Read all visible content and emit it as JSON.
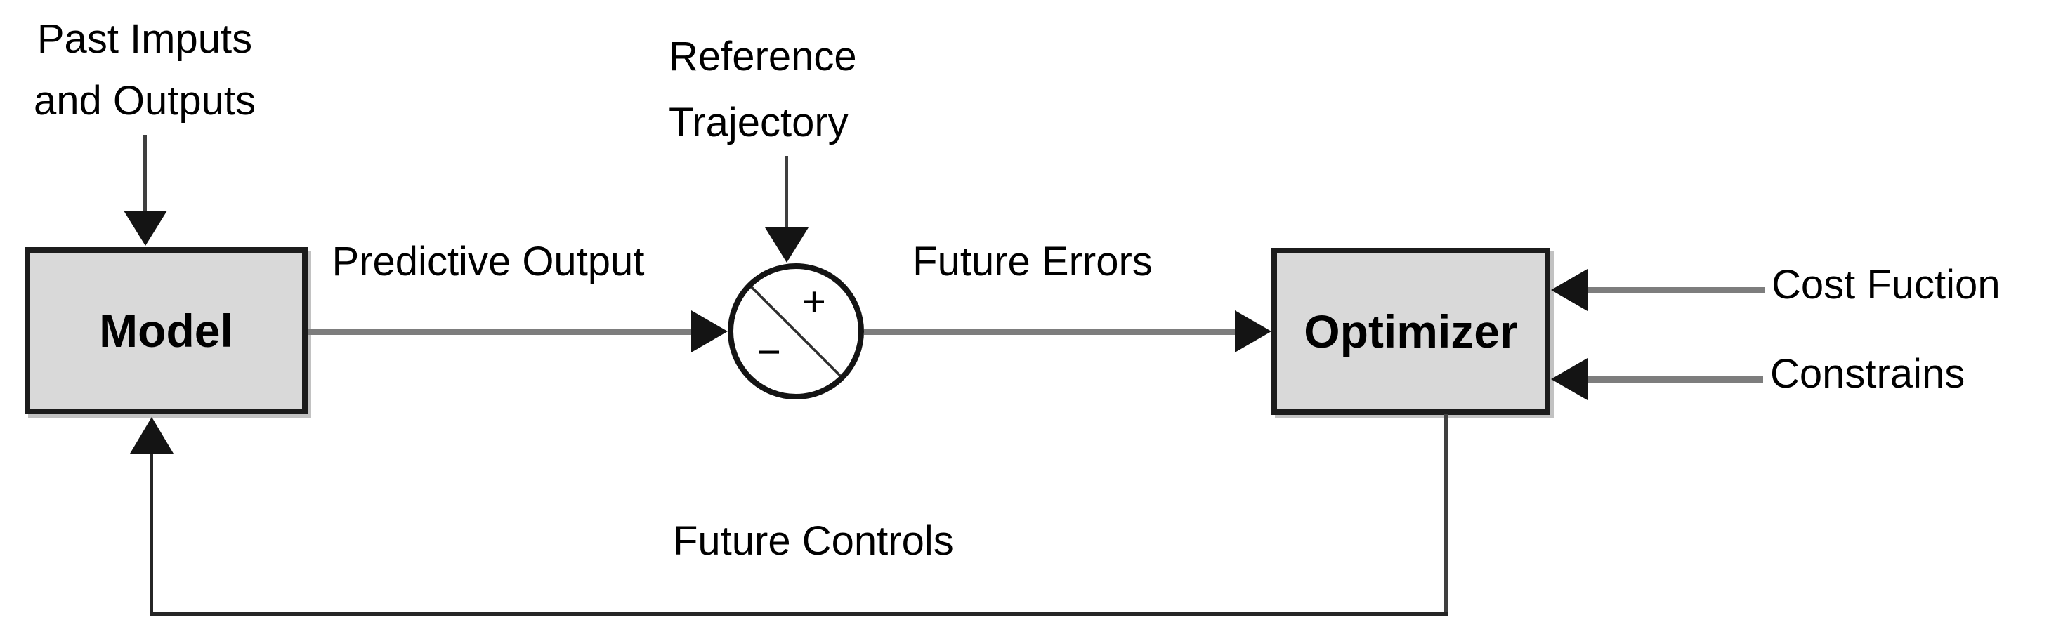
{
  "diagram": {
    "past_io_label": {
      "line1": "Past Imputs",
      "line2": "and Outputs"
    },
    "reference_label": {
      "line1": "Reference",
      "line2": "Trajectory"
    },
    "predictive_output_label": "Predictive Output",
    "future_errors_label": "Future Errors",
    "future_controls_label": "Future Controls",
    "cost_function_label": "Cost Fuction",
    "constraints_label": "Constrains",
    "model_box": {
      "label": "Model"
    },
    "optimizer_box": {
      "label": "Optimizer"
    },
    "sum_junction": {
      "plus_sign": "+",
      "minus_sign": "−"
    },
    "colors": {
      "box_fill": "#d9d9d9",
      "box_border": "#1c1c1c",
      "connector_gray": "#7d7d7d",
      "arrow_black": "#141414",
      "text": "#000000",
      "background": "#ffffff"
    }
  }
}
